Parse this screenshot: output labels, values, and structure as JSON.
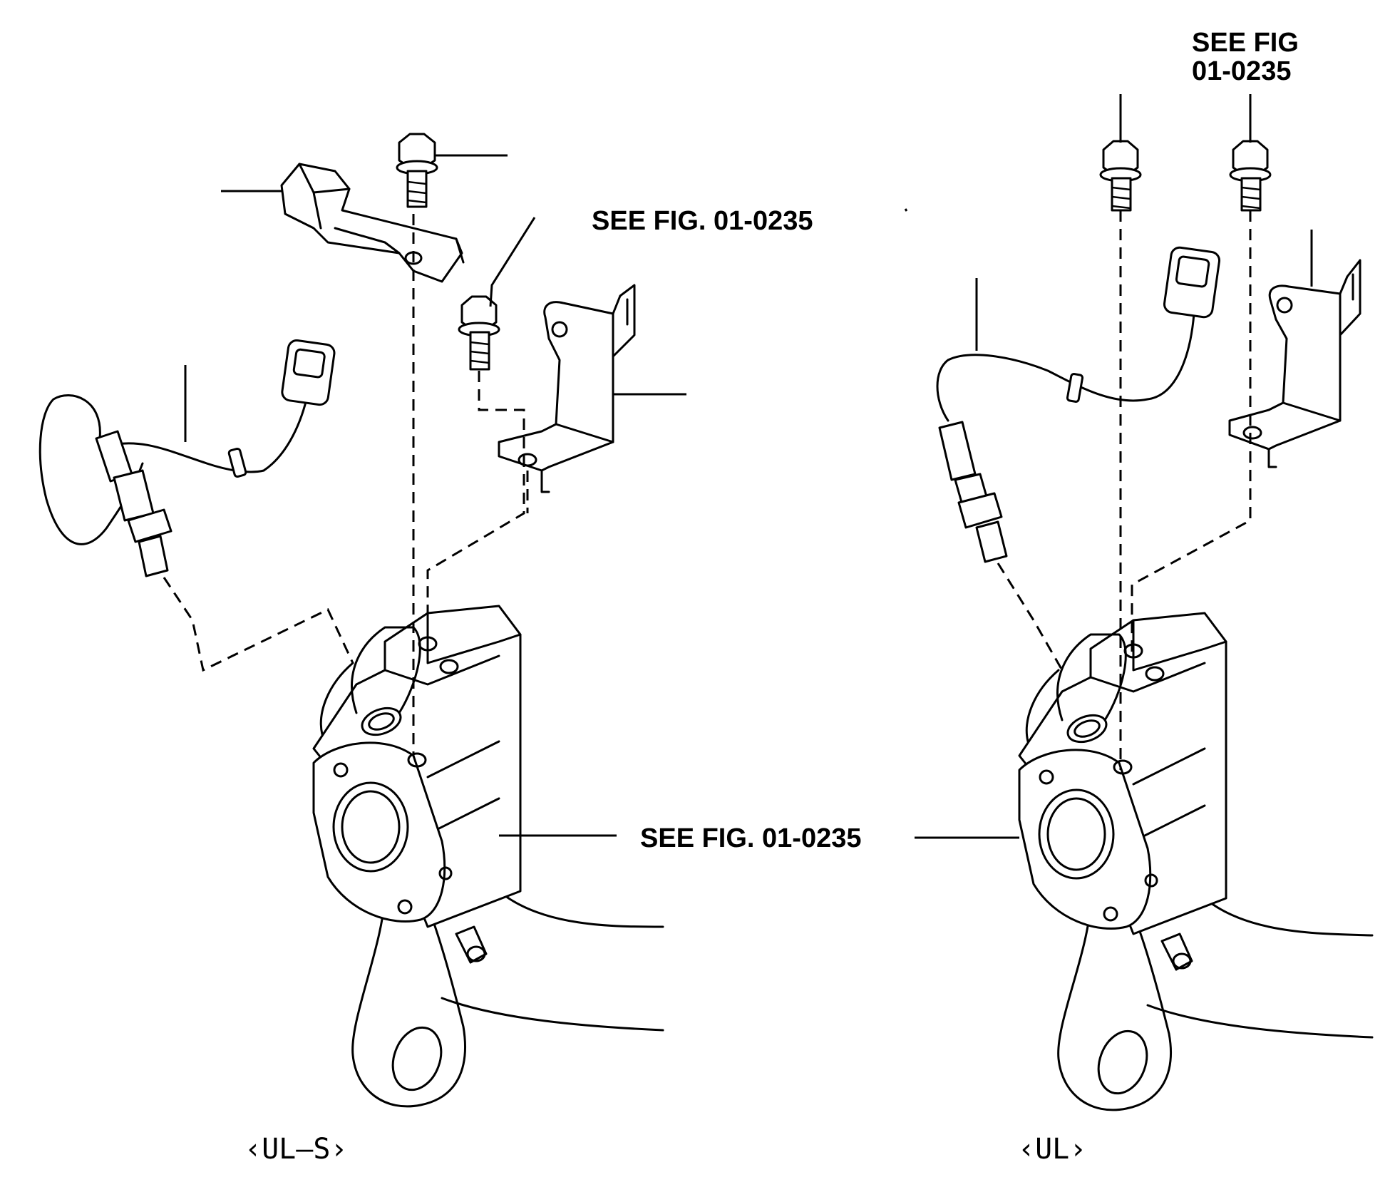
{
  "callouts": {
    "left_bracket_ref": "SEE FIG. 01-0235",
    "manifold_ref": "SEE FIG. 01-0235",
    "right_bolt_ref_line1": "SEE FIG",
    "right_bolt_ref_line2": "01-0235"
  },
  "variants": {
    "left": "‹UL–S›",
    "right": "‹UL›"
  }
}
